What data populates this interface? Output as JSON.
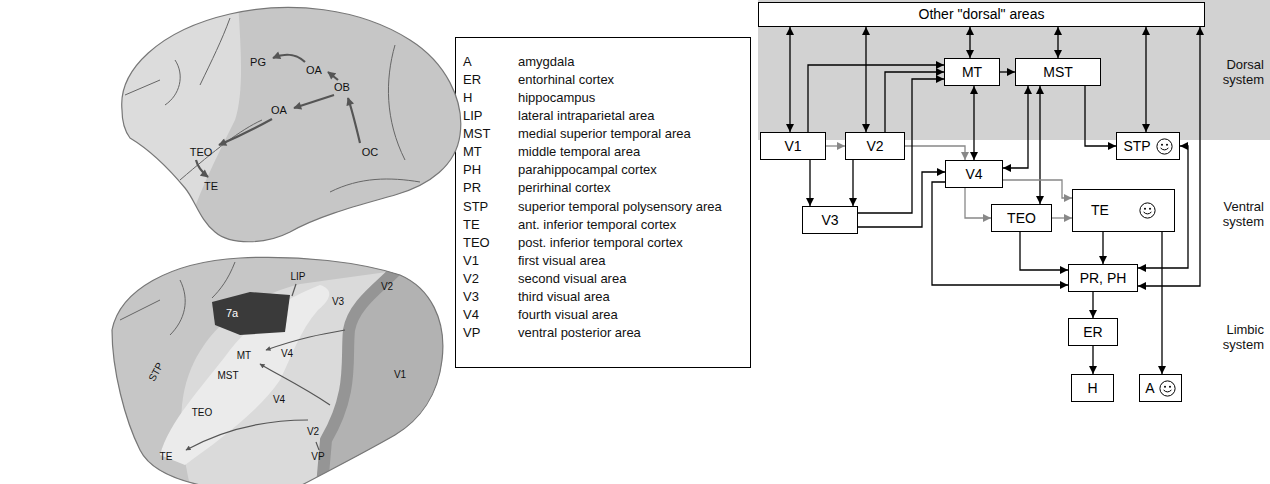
{
  "diagram": {
    "nodes": [
      {
        "text": [
          "Other \"dorsal\" areas"
        ]
      },
      {
        "text": [
          "MT"
        ]
      },
      {
        "text": [
          "MST"
        ]
      },
      {
        "text": [
          "V1"
        ]
      },
      {
        "text": [
          "V2"
        ]
      },
      {
        "text": [
          "STP"
        ]
      },
      {
        "text": [
          "V4"
        ]
      },
      {
        "text": [
          "V3"
        ]
      },
      {
        "text": [
          "TEO"
        ]
      },
      {
        "text": [
          "TE"
        ]
      },
      {
        "text": [
          "PR, PH"
        ]
      },
      {
        "text": [
          "ER"
        ]
      },
      {
        "text": [
          "H"
        ]
      },
      {
        "text": [
          "A"
        ]
      }
    ],
    "edges": [
      {
        "from": 3,
        "to": 0,
        "arrow": "both"
      },
      {
        "from": 4,
        "to": 0,
        "arrow": "both"
      },
      {
        "from": 1,
        "to": 0,
        "arrow": "both"
      },
      {
        "from": 2,
        "to": 0,
        "arrow": "both"
      },
      {
        "from": 5,
        "to": 0,
        "arrow": "both"
      },
      {
        "from": 3,
        "to": 1,
        "arrow": "to"
      },
      {
        "from": 3,
        "to": 4,
        "arrow": "to"
      },
      {
        "from": 3,
        "to": 7,
        "arrow": "to"
      },
      {
        "from": 4,
        "to": 7,
        "arrow": "to"
      },
      {
        "from": 4,
        "to": 1,
        "arrow": "to"
      },
      {
        "from": 4,
        "to": 6,
        "arrow": "to"
      },
      {
        "from": 7,
        "to": 1,
        "arrow": "to"
      },
      {
        "from": 7,
        "to": 6,
        "arrow": "to"
      },
      {
        "from": 1,
        "to": 2,
        "arrow": "to"
      },
      {
        "from": 1,
        "to": 6,
        "arrow": "both"
      },
      {
        "from": 6,
        "to": 2,
        "arrow": "both"
      },
      {
        "from": 8,
        "to": 2,
        "arrow": "both"
      },
      {
        "from": 2,
        "to": 5,
        "arrow": "to"
      },
      {
        "from": 6,
        "to": 8,
        "arrow": "to"
      },
      {
        "from": 6,
        "to": 9,
        "arrow": "to"
      },
      {
        "from": 8,
        "to": 9,
        "arrow": "to"
      },
      {
        "from": 8,
        "to": 10,
        "arrow": "to"
      },
      {
        "from": 9,
        "to": 10,
        "arrow": "to"
      },
      {
        "from": 9,
        "to": 13,
        "arrow": "to"
      },
      {
        "from": 10,
        "to": 11,
        "arrow": "to"
      },
      {
        "from": 11,
        "to": 12,
        "arrow": "to"
      },
      {
        "from": 5,
        "to": 10,
        "arrow": "both"
      },
      {
        "from": 0,
        "to": 10,
        "arrow": "both"
      },
      {
        "from": 6,
        "to": 10,
        "arrow": "to"
      }
    ],
    "labels": [
      "PG",
      "OA",
      "OB",
      "OC",
      "OA",
      "TEO",
      "TE",
      "LIP",
      "7a",
      "V3",
      "V2",
      "MT",
      "MST",
      "V4",
      "STP",
      "TEO",
      "V4",
      "V2",
      "TE",
      "VP",
      "V1",
      "A",
      "amygdala",
      "ER",
      "entorhinal cortex",
      "H",
      "hippocampus",
      "LIP",
      "lateral intraparietal area",
      "MST",
      "medial superior temporal area",
      "MT",
      "middle temporal area",
      "PH",
      "parahippocampal cortex",
      "PR",
      "perirhinal cortex",
      "STP",
      "superior temporal polysensory area",
      "TE",
      "ant. inferior temporal cortex",
      "TEO",
      "post. inferior temporal cortex",
      "V1",
      "first visual area",
      "V2",
      "second visual area",
      "V3",
      "third visual area",
      "V4",
      "fourth visual area",
      "VP",
      "ventral posterior area",
      "Dorsal system",
      "Ventral system",
      "Limbic system"
    ]
  }
}
